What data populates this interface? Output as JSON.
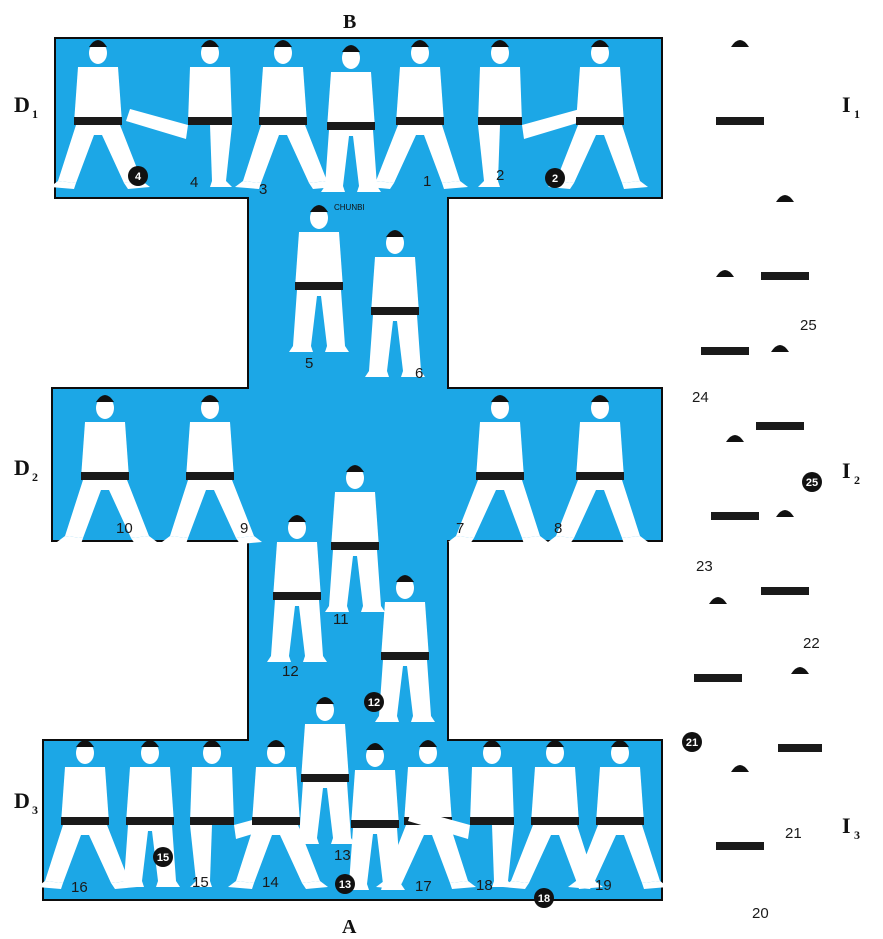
{
  "colors": {
    "board": "#1ca7e6",
    "ink": "#141414",
    "gi": "#ffffff",
    "belt": "#1a1a1a",
    "hair": "#111111"
  },
  "side_labels": {
    "top": "B",
    "bottom": "A",
    "left": [
      {
        "letter": "D",
        "sub": "1"
      },
      {
        "letter": "D",
        "sub": "2"
      },
      {
        "letter": "D",
        "sub": "3"
      }
    ],
    "right": [
      {
        "letter": "I",
        "sub": "1"
      },
      {
        "letter": "I",
        "sub": "2"
      },
      {
        "letter": "I",
        "sub": "3"
      }
    ]
  },
  "stance_caption": "CHUNBI",
  "step_numbers": [
    "1",
    "2",
    "3",
    "4",
    "5",
    "6",
    "7",
    "8",
    "9",
    "10",
    "11",
    "12",
    "13",
    "14",
    "15",
    "16",
    "17",
    "18",
    "19",
    "20",
    "21",
    "22",
    "23",
    "24",
    "25"
  ],
  "badges": [
    "2",
    "4",
    "12",
    "13",
    "15",
    "18",
    "21",
    "25"
  ]
}
